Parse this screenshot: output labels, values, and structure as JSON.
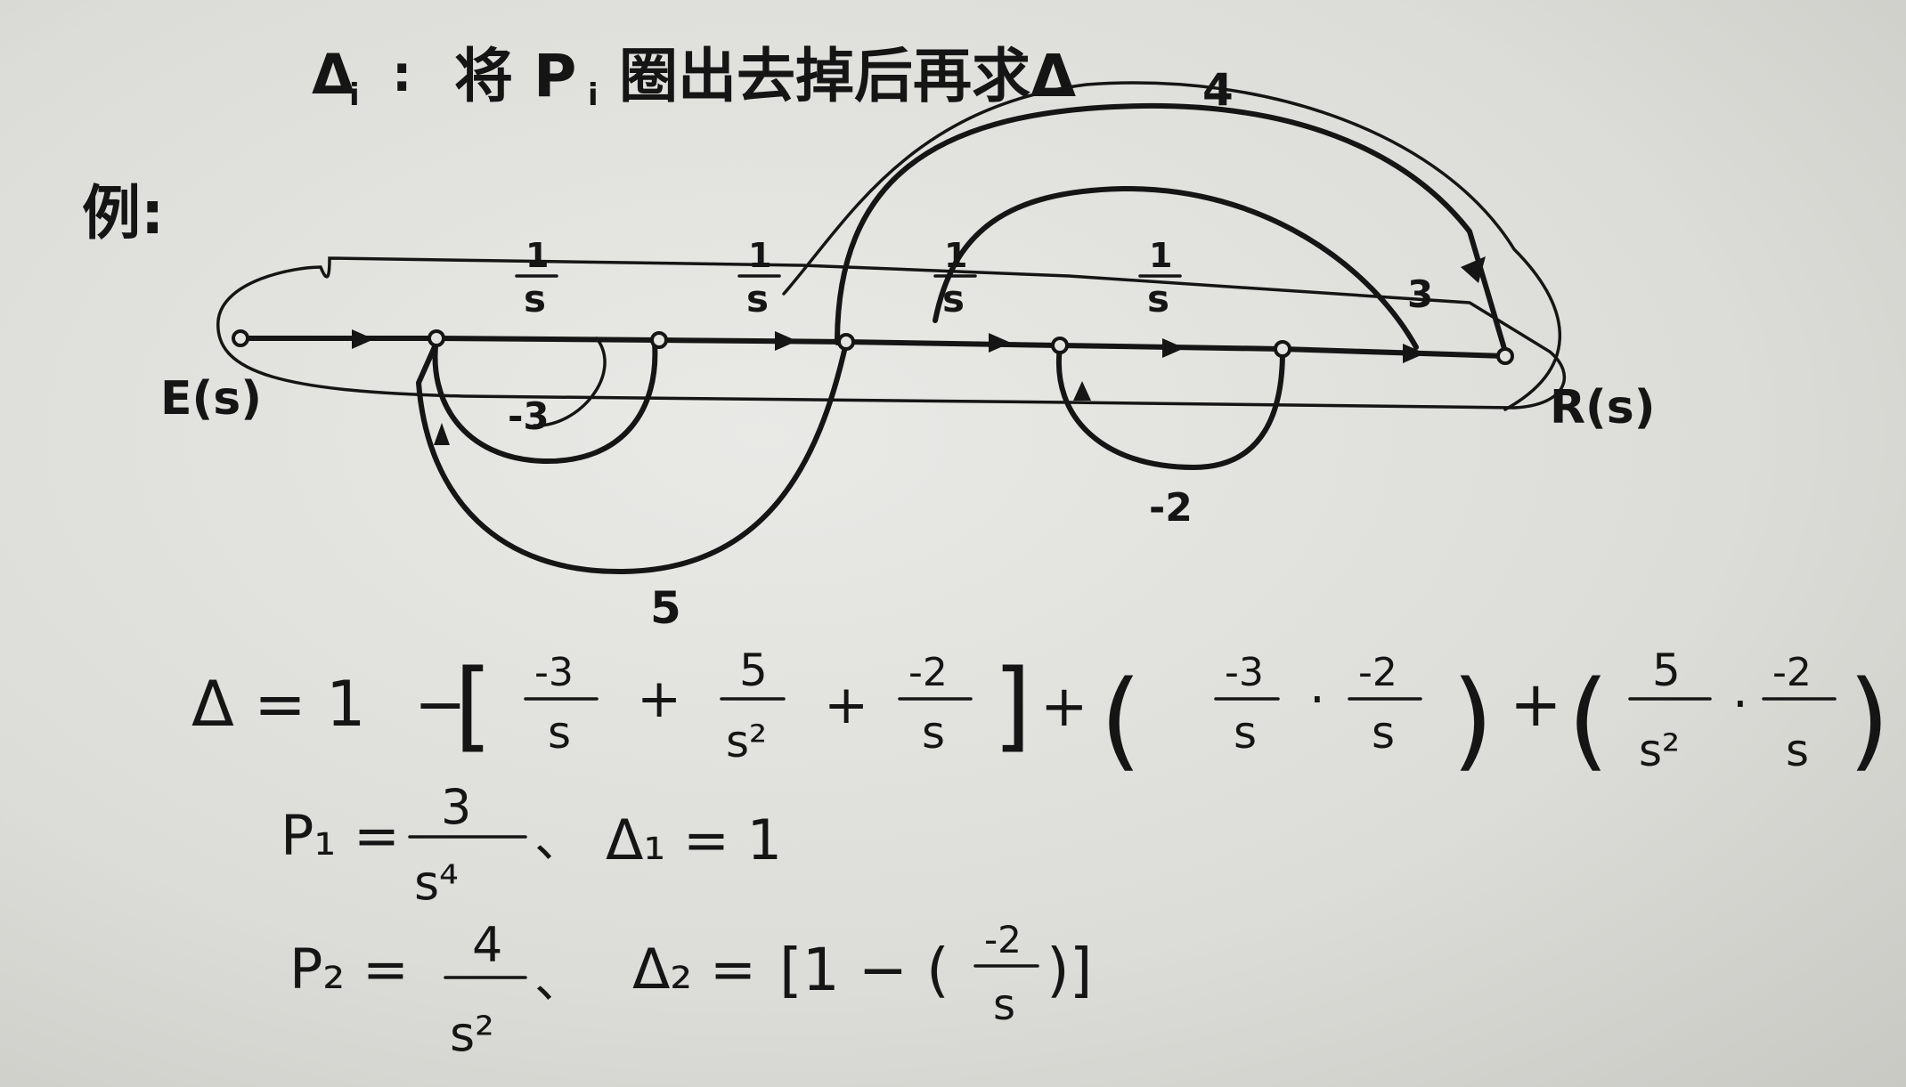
{
  "heading": {
    "delta_i": "Δ",
    "delta_i_sub": "i",
    "colon": ":",
    "text": "将 P",
    "text_sub": "i",
    "text_rest": "圈出去掉后再求Δ"
  },
  "example_label": "例:",
  "graph": {
    "input_label": "E(s)",
    "output_label": "R(s)",
    "forward_gains": [
      "1/s",
      "1/s",
      "1/s",
      "1/s"
    ],
    "gain_3": "3",
    "gain_4": "4",
    "gain_neg3": "-3",
    "gain_neg2": "-2",
    "gain_5": "5",
    "frac_num": "1",
    "frac_den": "s"
  },
  "equations": {
    "delta_line": {
      "lhs": "Δ = 1",
      "minus": "−",
      "lbr": "[",
      "t1_num": "-3",
      "t1_den": "s",
      "plus1": "+",
      "t2_num": "5",
      "t2_den": "s²",
      "plus2": "+",
      "t3_num": "-2",
      "t3_den": "s",
      "rbr": "]",
      "plus3": "+",
      "t4a_num": "-3",
      "t4a_den": "s",
      "dot1": "·",
      "t4b_num": "-2",
      "t4b_den": "s",
      "plus4": "+",
      "t5a_num": "5",
      "t5a_den": "s²",
      "dot2": "·",
      "t5b_num": "-2",
      "t5b_den": "s"
    },
    "p1_line": {
      "lhs": "P₁ =",
      "num": "3",
      "den": "s⁴",
      "sep": "、",
      "delta": "Δ₁ = 1"
    },
    "p2_line": {
      "lhs": "P₂ =",
      "num": "4",
      "den": "s²",
      "sep": "、",
      "delta": "Δ₂ =",
      "bracket_expr_pre": "[1 − (",
      "frac_num": "-2",
      "frac_den": "s",
      "bracket_expr_post": ")]"
    }
  }
}
